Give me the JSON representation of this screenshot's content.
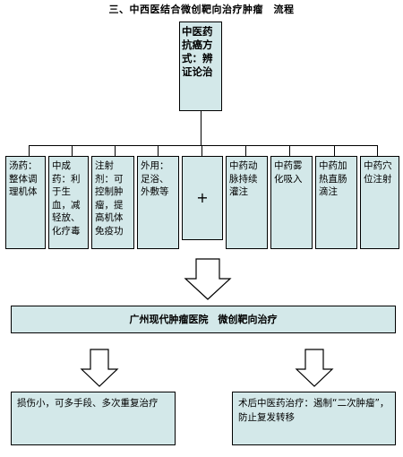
{
  "title": "三、中西医结合微创靶向治疗肿瘤　流程",
  "root": "中医药抗癌方式：辨证论治",
  "treatments": [
    "汤药：整体调理机体",
    "中成药：利于生血，减轻放、化疗毒",
    "注射剂：可控制肿瘤，提高机体免疫功",
    "外用：足浴、外敷等",
    "+",
    "中药动脉持续灌注",
    "中药雾化吸入",
    "中药加热直肠滴注",
    "中药穴位注射"
  ],
  "clinic": "广州现代肿瘤医院　微创靶向治疗",
  "results": [
    "损伤小，可多手段、多次重复治疗",
    "术后中医药治疗：遏制“二次肿瘤”，防止复发转移"
  ],
  "colors": {
    "box_fill": "#d3e8e9",
    "border": "#000000"
  }
}
